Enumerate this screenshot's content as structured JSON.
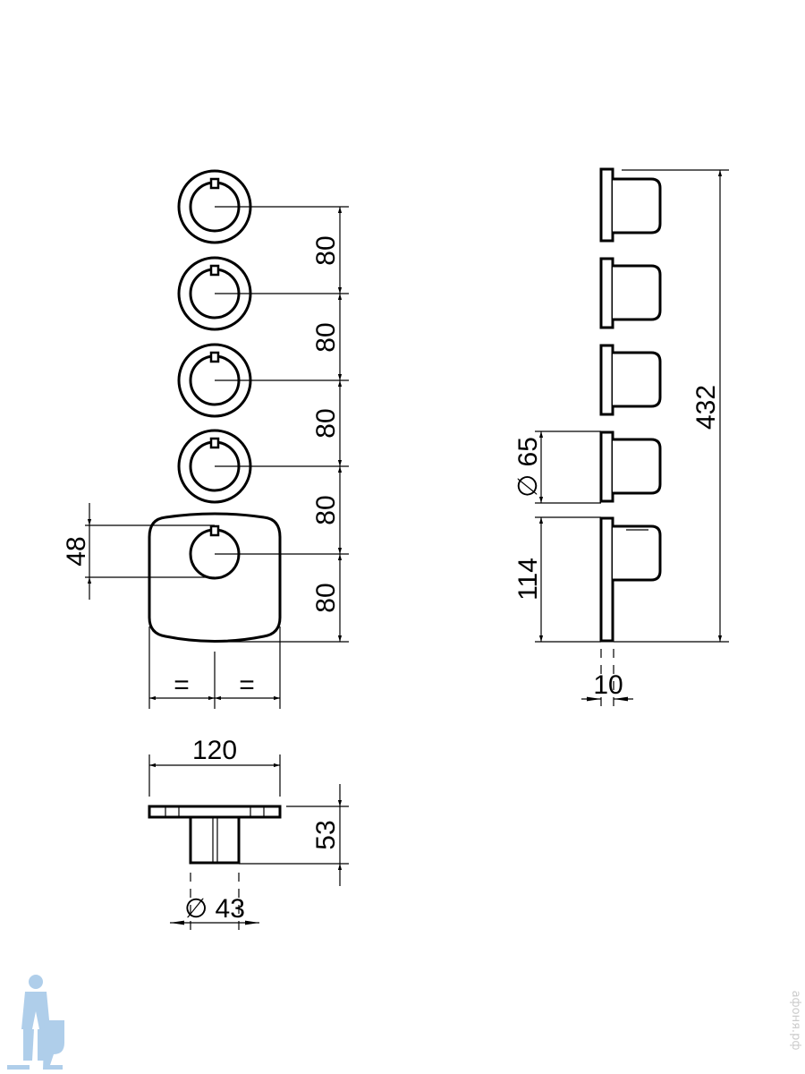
{
  "dimensions": {
    "spacing": [
      "80",
      "80",
      "80",
      "80",
      "80"
    ],
    "knob_diameter": "48",
    "equal_left": "=",
    "equal_right": "=",
    "plate_width": "120",
    "depth": "53",
    "body_diameter": "∅ 43",
    "total_height": "432",
    "knob_side_diameter": "∅ 65",
    "plate_height": "114",
    "plate_thickness": "10"
  },
  "watermark": "афоня.рф",
  "colors": {
    "line": "#000000",
    "logo": "#9cc3e6",
    "watermark": "#cccccc"
  }
}
